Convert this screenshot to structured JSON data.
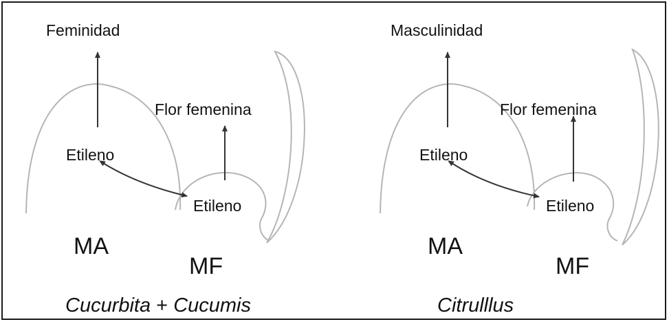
{
  "left_panel": {
    "top_label": "Feminidad",
    "flower_label": "Flor femenina",
    "ethylene_ma": "Etileno",
    "ethylene_mf": "Etileno",
    "ma_label": "MA",
    "mf_label": "MF",
    "caption_part1": "Cucurbita",
    "caption_plus": " + ",
    "caption_part2": "Cucumis"
  },
  "right_panel": {
    "top_label": "Masculinidad",
    "flower_label": "Flor femenina",
    "ethylene_ma": "Etileno",
    "ethylene_mf": "Etileno",
    "ma_label": "MA",
    "mf_label": "MF",
    "caption": "Citrulllus"
  },
  "colors": {
    "outline": "#b5b5b5",
    "arrow": "#333333",
    "text": "#111111",
    "border": "#1a1a1a"
  }
}
